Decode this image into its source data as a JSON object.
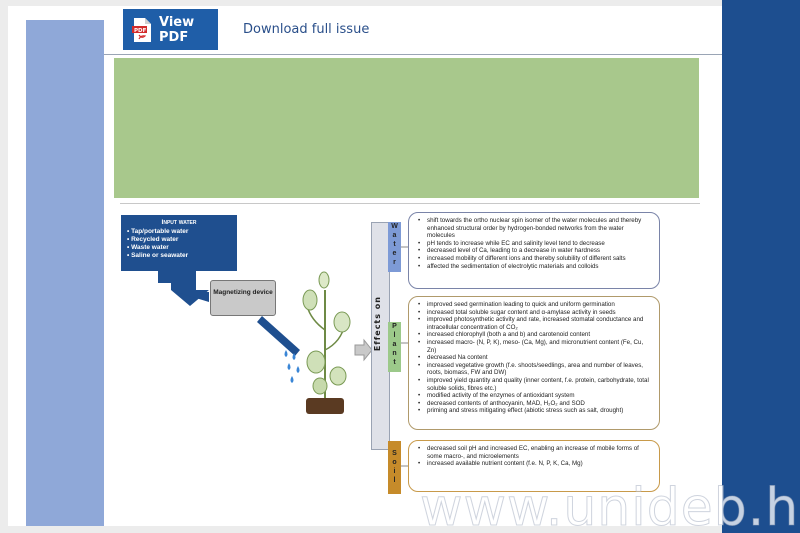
{
  "toolbar": {
    "pdf_button_label": "View PDF",
    "download_link": "Download full issue"
  },
  "figure": {
    "input": {
      "title": "Input water",
      "items": [
        "Tap/portable water",
        "Recycled water",
        "Waste water",
        "Saline or seawater"
      ]
    },
    "device_label": "Magnetizing device",
    "effects_label": "Effects on",
    "water_tag": [
      "W",
      "a",
      "t",
      "e",
      "r"
    ],
    "plant_tag": [
      "P",
      "l",
      "a",
      "n",
      "t"
    ],
    "soil_tag": [
      "S",
      "o",
      "i",
      "l"
    ],
    "water_effects": [
      "shift towards the ortho nuclear spin isomer of the water molecules and thereby enhanced structural order by hydrogen-bonded networks from the water molecules",
      "pH tends to increase while EC and salinity level tend to decrease",
      "decreased level of Ca, leading to a decrease in water hardness",
      "increased mobility of different ions and thereby solubility of different salts",
      "affected the sedimentation of electrolytic materials and colloids"
    ],
    "plant_effects": [
      "improved seed germination leading to quick and uniform germination",
      "increased total soluble sugar content and α-amylase activity in seeds",
      "improved photosynthetic activity and rate, increased stomatal conductance and intracellular concentration of CO₂",
      "increased chlorophyll (both a and b) and carotenoid content",
      "increased macro- (N, P, K), meso- (Ca, Mg), and micronutrient content (Fe, Cu, Zn)",
      "decreased Na content",
      "increased vegetative growth (f.e. shoots/seedlings, area and number of leaves, roots, biomass, FW and DW)",
      "improved yield quantity and quality (inner content, f.e. protein, carbohydrate, total soluble solids, fibres etc.)",
      "modified activity of the enzymes of antioxidant system",
      "decreased contents of anthocyanin, MAD, H₂O₂ and SOD",
      "priming and stress mitigating effect (abiotic stress such as salt, drought)"
    ],
    "soil_effects": [
      "decreased soil pH and increased EC, enabling an increase of mobile forms of some macro-, and microelements",
      "increased available nutrient content (f.e. N, P, K, Ca, Mg)"
    ]
  },
  "watermark": "www.unideb.hu",
  "colors": {
    "page_bg": "#ececec",
    "left_strip": "#8fa8d8",
    "right_band": "#1d4e8f",
    "pdf_button": "#1f5ea8",
    "green_panel": "#a8c88c",
    "water_tag": "#7d9ad6",
    "plant_tag": "#9cc98a",
    "soil_tag": "#c68b2a"
  },
  "icons": {
    "pdf": "pdf-file-icon"
  }
}
